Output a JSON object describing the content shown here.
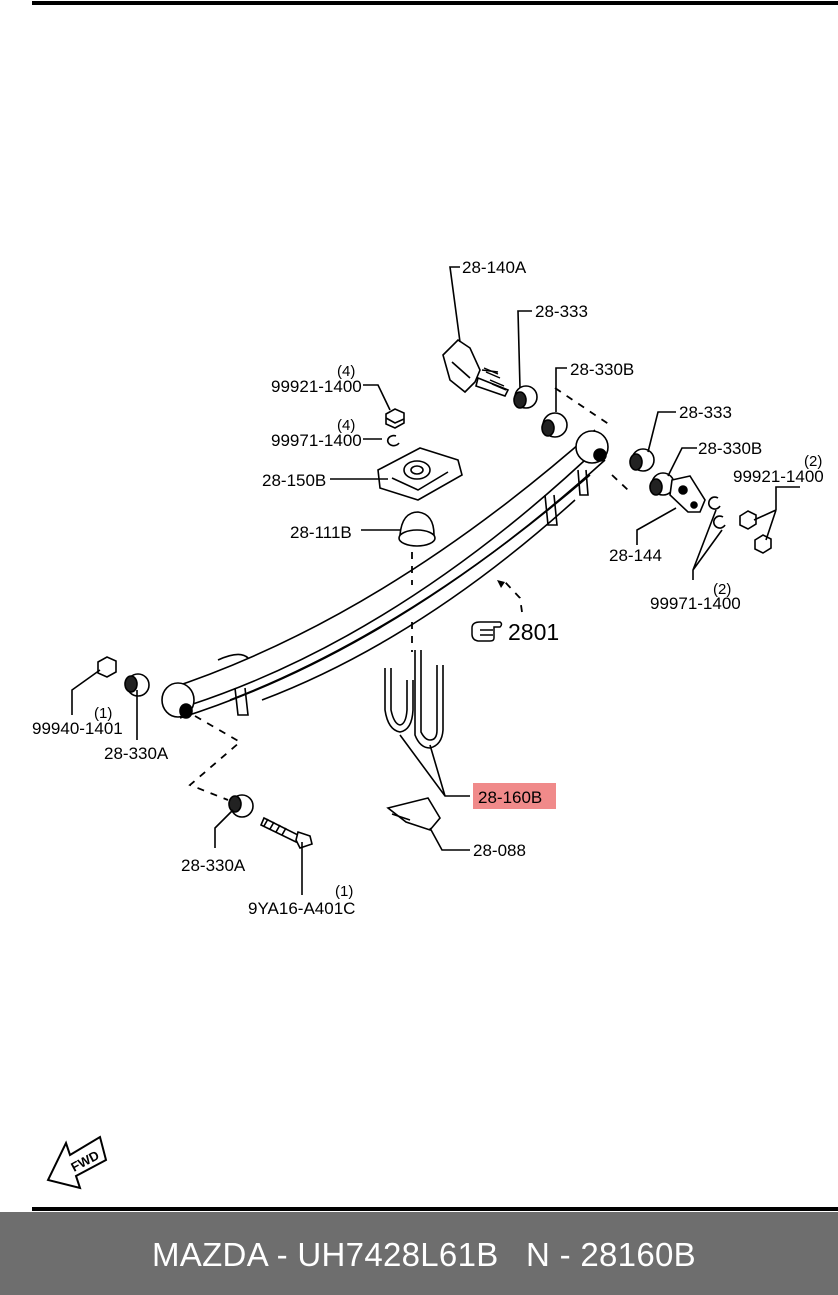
{
  "parts": {
    "p28_140A": "28-140A",
    "p28_333_a": "28-333",
    "p28_330B_a": "28-330B",
    "p28_333_b": "28-333",
    "p28_330B_b": "28-330B",
    "p99921_1400_a": "99921-1400",
    "q99921_1400_a": "(4)",
    "p99971_1400_a": "99971-1400",
    "q99971_1400_a": "(4)",
    "p99921_1400_b": "99921-1400",
    "q99921_1400_b": "(2)",
    "p99971_1400_b": "99971-1400",
    "q99971_1400_b": "(2)",
    "p28_150B": "28-150B",
    "p28_111B": "28-111B",
    "p28_144": "28-144",
    "ref_2801": "2801",
    "p99940_1401": "99940-1401",
    "q99940_1401": "(1)",
    "p28_330A_a": "28-330A",
    "p28_330A_b": "28-330A",
    "p28_160B": "28-160B",
    "p28_088": "28-088",
    "p9YA16_A401C": "9YA16-A401C",
    "q9YA16_A401C": "(1)"
  },
  "fwd_label": "FWD",
  "highlight_color": "#f08a8a",
  "footer": {
    "left_text": "MAZDA - UH7428L61B",
    "right_text": "N - 28160B"
  }
}
